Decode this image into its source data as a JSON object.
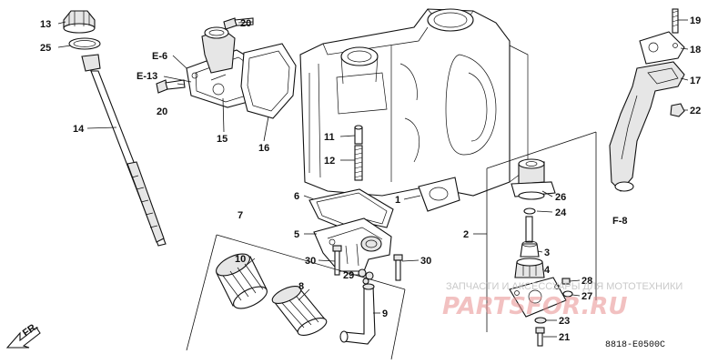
{
  "callouts": [
    {
      "id": "c13",
      "label": "13"
    },
    {
      "id": "c25",
      "label": "25"
    },
    {
      "id": "c14",
      "label": "14"
    },
    {
      "id": "c20a",
      "label": "20"
    },
    {
      "id": "c20b",
      "label": "20"
    },
    {
      "id": "c15",
      "label": "15"
    },
    {
      "id": "c16",
      "label": "16"
    },
    {
      "id": "c11",
      "label": "11"
    },
    {
      "id": "c12",
      "label": "12"
    },
    {
      "id": "c6",
      "label": "6"
    },
    {
      "id": "c1",
      "label": "1"
    },
    {
      "id": "c5",
      "label": "5"
    },
    {
      "id": "c7",
      "label": "7"
    },
    {
      "id": "c10",
      "label": "10"
    },
    {
      "id": "c8",
      "label": "8"
    },
    {
      "id": "c9",
      "label": "9"
    },
    {
      "id": "c30a",
      "label": "30"
    },
    {
      "id": "c30b",
      "label": "30"
    },
    {
      "id": "c29",
      "label": "29"
    },
    {
      "id": "c2",
      "label": "2"
    },
    {
      "id": "c26",
      "label": "26"
    },
    {
      "id": "c24",
      "label": "24"
    },
    {
      "id": "c3",
      "label": "3"
    },
    {
      "id": "c4",
      "label": "4"
    },
    {
      "id": "c28",
      "label": "28"
    },
    {
      "id": "c27",
      "label": "27"
    },
    {
      "id": "c23",
      "label": "23"
    },
    {
      "id": "c21",
      "label": "21"
    },
    {
      "id": "c19",
      "label": "19"
    },
    {
      "id": "c18",
      "label": "18"
    },
    {
      "id": "c17",
      "label": "17"
    },
    {
      "id": "c22",
      "label": "22"
    }
  ],
  "references": {
    "e6": "E-6",
    "e13": "E-13",
    "f8": "F-8"
  },
  "direction_label": "FR.",
  "diagram_code": "8818-E0500C",
  "watermark": {
    "line1": "ЗАПЧАСТИ И АКСЕССУАРЫ ДЛЯ МОТОТЕХНИКИ",
    "line2": "PARTSFOR.RU"
  }
}
